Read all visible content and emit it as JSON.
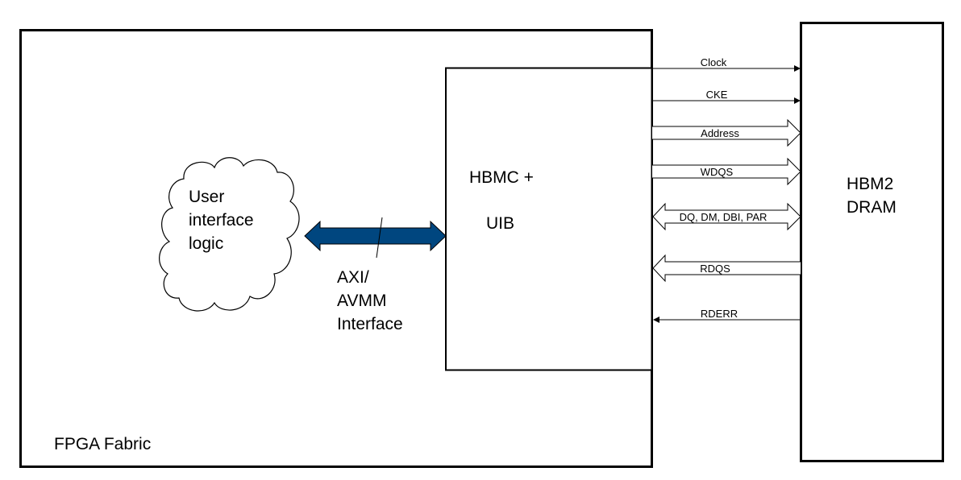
{
  "blocks": {
    "fpga_fabric": {
      "label": "FPGA Fabric"
    },
    "hbmc_uib": {
      "label_line1": "HBMC +",
      "label_line2": "UIB"
    },
    "hbm2_dram": {
      "label_line1": "HBM2",
      "label_line2": "DRAM"
    },
    "user_logic": {
      "label_line1": "User",
      "label_line2": "interface",
      "label_line3": "logic"
    }
  },
  "interface": {
    "label_line1": "AXI/",
    "label_line2": "AVMM",
    "label_line3": "Interface",
    "arrow_color": "#00467F",
    "direction": "bidirectional"
  },
  "signals": [
    {
      "name": "Clock",
      "type": "line",
      "direction": "to-dram"
    },
    {
      "name": "CKE",
      "type": "line",
      "direction": "to-dram"
    },
    {
      "name": "Address",
      "type": "bus",
      "direction": "to-dram"
    },
    {
      "name": "WDQS",
      "type": "bus",
      "direction": "to-dram"
    },
    {
      "name": "DQ, DM, DBI, PAR",
      "type": "bus",
      "direction": "bidirectional"
    },
    {
      "name": "RDQS",
      "type": "bus",
      "direction": "to-controller"
    },
    {
      "name": "RDERR",
      "type": "line",
      "direction": "to-controller"
    }
  ]
}
